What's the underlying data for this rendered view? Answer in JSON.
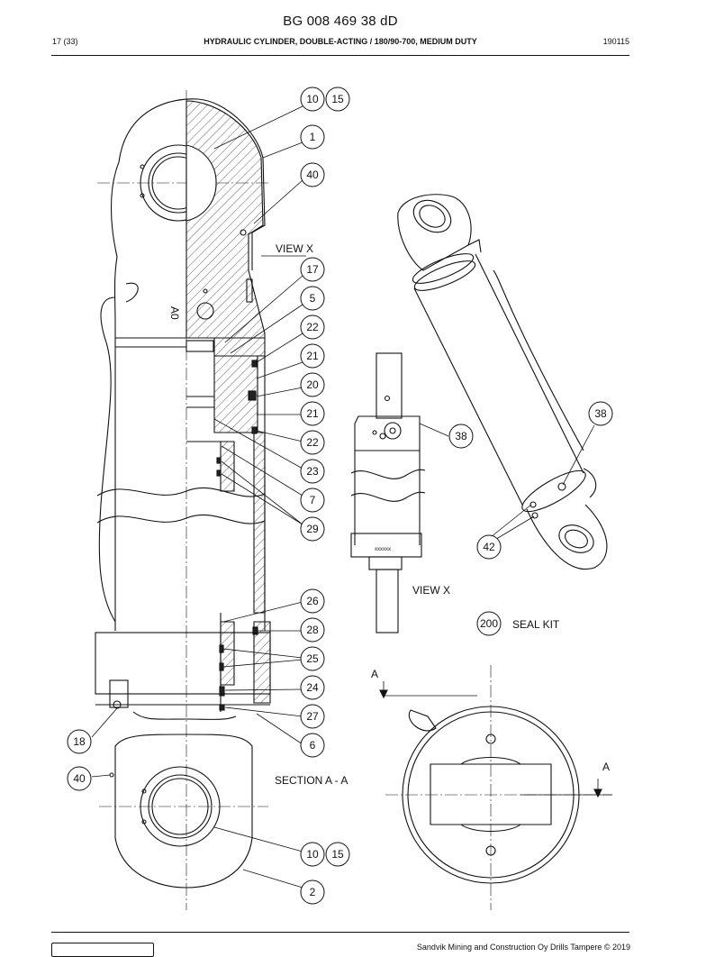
{
  "header": {
    "doc_title": "BG 008 469 38 dD",
    "page": "17 (33)",
    "subtitle": "HYDRAULIC CYLINDER, DOUBLE-ACTING / 180/90-700, MEDIUM DUTY",
    "code": "190115"
  },
  "drawing": {
    "labels": {
      "view_x_top": "VIEW X",
      "view_x_bottom": "VIEW X",
      "seal_kit": "SEAL KIT",
      "section": "SECTION A - A",
      "section_mark_a1": "A",
      "section_mark_a2": "A",
      "serial_placeholder": "xxxxxx",
      "body_mark": "A0"
    },
    "balloons": [
      "10",
      "15",
      "1",
      "40",
      "17",
      "5",
      "22",
      "21",
      "20",
      "21",
      "22",
      "23",
      "7",
      "29",
      "26",
      "28",
      "25",
      "24",
      "27",
      "6",
      "18",
      "40",
      "10",
      "15",
      "2",
      "38",
      "38",
      "42",
      "200"
    ]
  },
  "footer": {
    "copyright": "Sandvik Mining and Construction Oy Drills Tampere © 2019"
  }
}
